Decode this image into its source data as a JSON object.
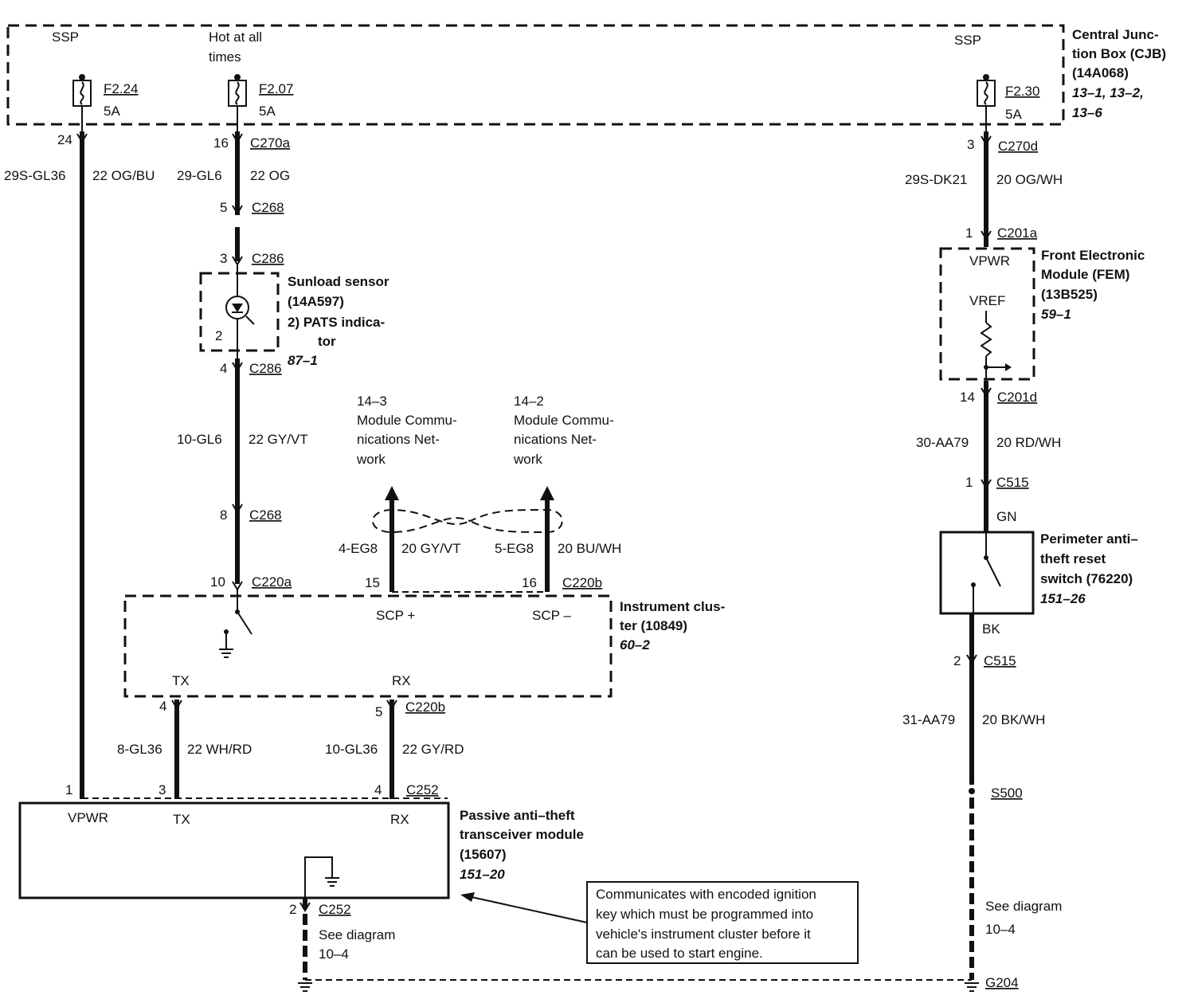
{
  "cjb": {
    "ssp_left": "SSP",
    "hot_line1": "Hot at all",
    "hot_line2": "times",
    "ssp_right": "SSP",
    "title_line1": "Central Junc-",
    "title_line2": "tion Box (CJB)",
    "part_number": "(14A068)",
    "refs_line1": "13–1,  13–2,",
    "refs_line2": "13–6",
    "fuse1": {
      "id": "F2.24",
      "rating": "5A"
    },
    "fuse2": {
      "id": "F2.07",
      "rating": "5A"
    },
    "fuse3": {
      "id": "F2.30",
      "rating": "5A"
    }
  },
  "wire_left": {
    "pin": "24",
    "circuit": "29S-GL36",
    "gauge_color": "22 OG/BU"
  },
  "wire_center": {
    "pin_c270a": "16",
    "c270a": "C270a",
    "circuit": "29-GL6",
    "gauge_color": "22 OG",
    "pin_c268_top": "5",
    "c268_top": "C268",
    "pin_c286_top": "3",
    "c286_top": "C286",
    "pin_c286_bottom": "4",
    "c286_bottom": "C286",
    "circuit2": "10-GL6",
    "gauge_color2": "22 GY/VT",
    "pin_c268_bottom": "8",
    "c268_bottom": "C268",
    "pin_c220a": "10",
    "c220a": "C220a"
  },
  "sunload": {
    "title": "Sunload sensor",
    "part_number": "(14A597)",
    "note_line1": "2)    PATS indica-",
    "note_line2": "tor",
    "ref": "87–1",
    "pin": "2"
  },
  "network_left": {
    "ref": "14–3",
    "line1": "Module Commu-",
    "line2": "nications Net-",
    "line3": "work",
    "circuit": "4-EG8",
    "gauge_color": "20 GY/VT",
    "pin": "15"
  },
  "network_right": {
    "ref": "14–2",
    "line1": "Module Commu-",
    "line2": "nications Net-",
    "line3": "work",
    "circuit": "5-EG8",
    "gauge_color": "20 BU/WH",
    "pin": "16",
    "connector": "C220b"
  },
  "cluster": {
    "scp_plus": "SCP +",
    "scp_minus": "SCP –",
    "tx": "TX",
    "rx": "RX",
    "title_line1": "Instrument clus-",
    "title_line2": "ter (10849)",
    "ref": "60–2"
  },
  "tx_wire": {
    "pin_top": "4",
    "circuit": "8-GL36",
    "gauge_color": "22 WH/RD",
    "pin_bottom": "3"
  },
  "rx_wire": {
    "pin_top": "5",
    "connector_top": "C220b",
    "circuit": "10-GL36",
    "gauge_color": "22 GY/RD",
    "pin_bottom": "4",
    "connector_bottom": "C252"
  },
  "pats": {
    "pin_vpwr": "1",
    "vpwr": "VPWR",
    "tx": "TX",
    "rx": "RX",
    "title_line1": "Passive anti–theft",
    "title_line2": "transceiver module",
    "part_number": "(15607)",
    "ref": "151–20",
    "gnd_pin": "2",
    "gnd_connector": "C252",
    "see_line1": "See diagram",
    "see_line2": "10–4"
  },
  "callout": {
    "line1": "Communicates with encoded ignition",
    "line2": "key which must be programmed into",
    "line3": "vehicle's instrument cluster before it",
    "line4": "can be used to start engine."
  },
  "wire_right": {
    "pin_c270d": "3",
    "c270d": "C270d",
    "circuit": "29S-DK21",
    "gauge_color": "20 OG/WH",
    "pin_c201a": "1",
    "c201a": "C201a",
    "pin_c201d": "14",
    "c201d": "C201d",
    "circuit2": "30-AA79",
    "gauge_color2": "20 RD/WH",
    "pin_c515_top": "1",
    "c515_top": "C515",
    "gn": "GN",
    "bk": "BK",
    "pin_c515_bottom": "2",
    "c515_bottom": "C515",
    "circuit3": "31-AA79",
    "gauge_color3": "20 BK/WH",
    "splice": "S500",
    "see_line1": "See diagram",
    "see_line2": "10–4",
    "ground": "G204"
  },
  "fem": {
    "vpwr": "VPWR",
    "vref": "VREF",
    "title_line1": "Front Electronic",
    "title_line2": "Module (FEM)",
    "part_number": "(13B525)",
    "ref": "59–1"
  },
  "reset_switch": {
    "title_line1": "Perimeter anti–",
    "title_line2": "theft reset",
    "title_line3": "switch (76220)",
    "ref": "151–26"
  }
}
